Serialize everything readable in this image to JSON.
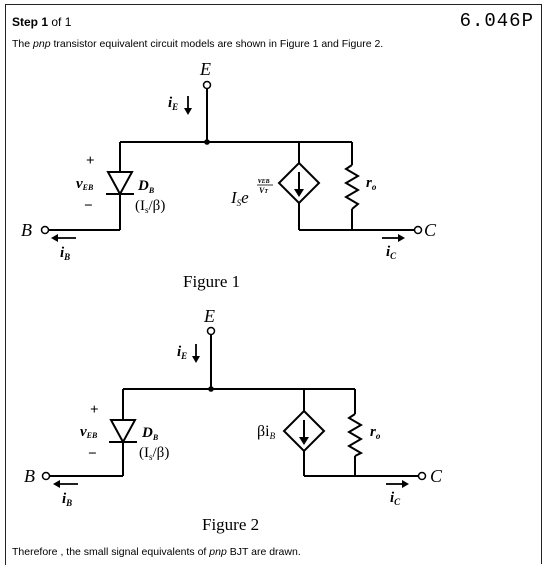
{
  "header": {
    "step_bold": "Step 1",
    "step_rest": " of 1",
    "problem_id": "6.046P"
  },
  "text": {
    "intro_pre": "The ",
    "intro_em": "pnp",
    "intro_post": " transistor equivalent circuit models are shown in Figure 1 and Figure 2.",
    "outro_pre": "Therefore , the small signal equivalents of ",
    "outro_em": "pnp",
    "outro_post": " BJT are drawn."
  },
  "figure1": {
    "caption": "Figure 1",
    "node_e": "E",
    "node_b": "B",
    "node_c": "C",
    "ie": "i",
    "ie_sub": "E",
    "ib": "i",
    "ib_sub": "B",
    "ic": "i",
    "ic_sub": "C",
    "plus": "+",
    "minus": "−",
    "veb": "v",
    "veb_sub": "EB",
    "diode": "D",
    "diode_sub": "B",
    "diode_val": "(I",
    "diode_val_sub": "s",
    "diode_val_end": "/β)",
    "source_is": "I",
    "source_is_sub": "S",
    "source_e": "e",
    "exp_num": "v",
    "exp_num_sub": "EB",
    "exp_den": "V",
    "exp_den_sub": "T",
    "ro": "r",
    "ro_sub": "o"
  },
  "figure2": {
    "caption": "Figure 2",
    "node_e": "E",
    "node_b": "B",
    "node_c": "C",
    "ie": "i",
    "ie_sub": "E",
    "ib": "i",
    "ib_sub": "B",
    "ic": "i",
    "ic_sub": "C",
    "plus": "+",
    "minus": "−",
    "veb": "v",
    "veb_sub": "EB",
    "diode": "D",
    "diode_sub": "B",
    "diode_val": "(I",
    "diode_val_sub": "s",
    "diode_val_end": "/β)",
    "source_beta": "βi",
    "source_beta_sub": "B",
    "ro": "r",
    "ro_sub": "o"
  }
}
